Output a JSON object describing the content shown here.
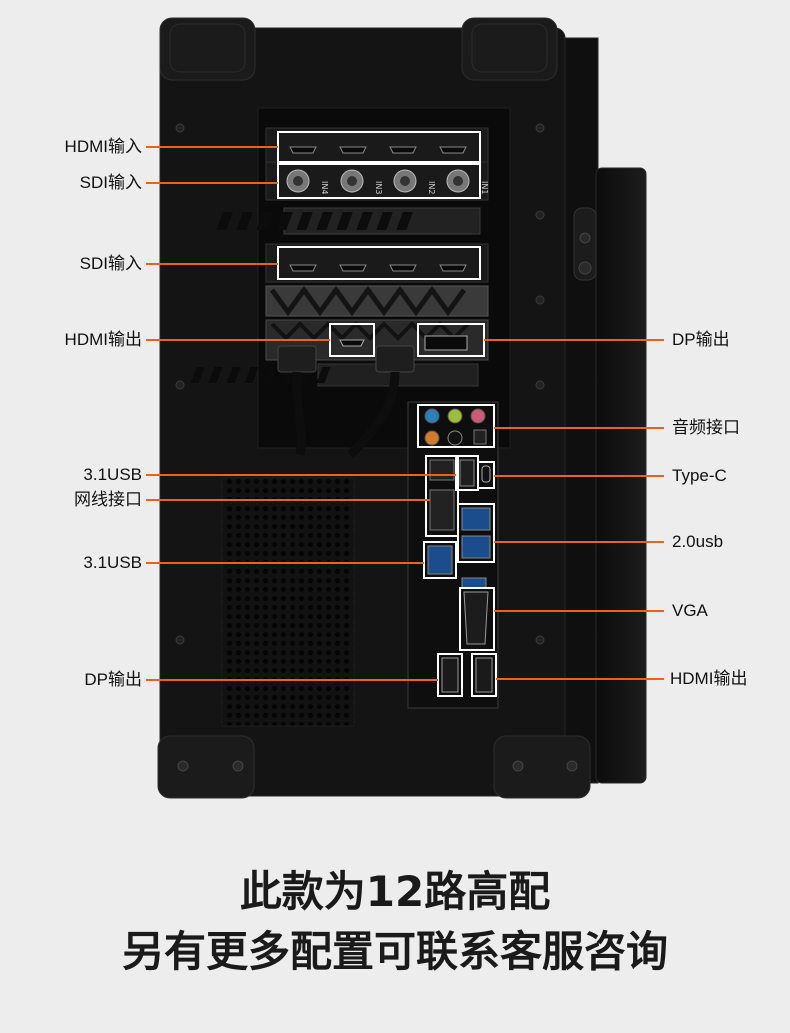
{
  "callouts": {
    "left": [
      {
        "id": "hdmi-in",
        "label": "HDMI输入"
      },
      {
        "id": "sdi-in-1",
        "label": "SDI输入"
      },
      {
        "id": "sdi-in-2",
        "label": "SDI输入"
      },
      {
        "id": "hdmi-out-gpu",
        "label": "HDMI输出"
      },
      {
        "id": "usb31-top",
        "label": "3.1USB"
      },
      {
        "id": "ethernet",
        "label": "网线接口"
      },
      {
        "id": "usb31-bottom",
        "label": "3.1USB"
      },
      {
        "id": "dp-out-board",
        "label": "DP输出"
      }
    ],
    "right": [
      {
        "id": "dp-out-gpu",
        "label": "DP输出"
      },
      {
        "id": "audio",
        "label": "音频接口"
      },
      {
        "id": "type-c",
        "label": "Type-C"
      },
      {
        "id": "usb20",
        "label": "2.0usb"
      },
      {
        "id": "vga",
        "label": "VGA"
      },
      {
        "id": "hdmi-out-board",
        "label": "HDMI输出"
      }
    ]
  },
  "sdi_port_labels": [
    "IN4",
    "IN3",
    "IN2",
    "IN1"
  ],
  "caption": {
    "line1": "此款为12路高配",
    "line2": "另有更多配置可联系客服咨询"
  },
  "colors": {
    "background": "#ededed",
    "chassis": "#141414",
    "callout_line": "#e8641c",
    "highlight_box": "#ffffff"
  }
}
